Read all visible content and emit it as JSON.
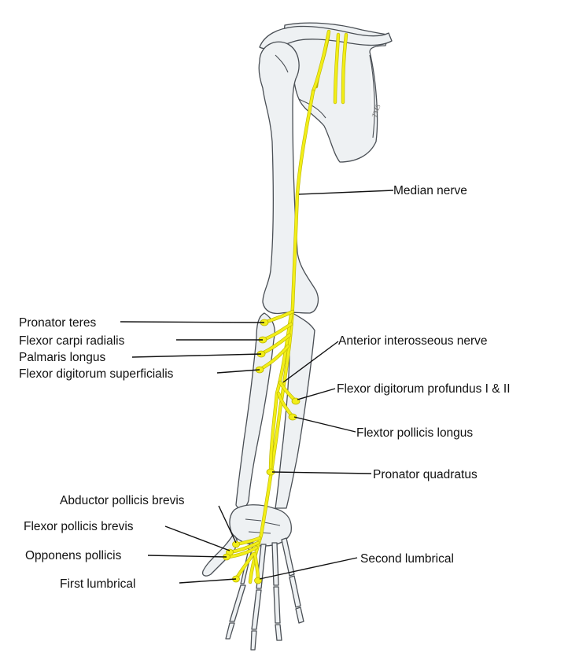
{
  "labels": {
    "median_nerve": "Median nerve",
    "pronator_teres": "Pronator teres",
    "flexor_carpi_radialis": "Flexor carpi radialis",
    "palmaris_longus": "Palmaris longus",
    "flexor_digitorum_superficialis": "Flexor digitorum superficialis",
    "anterior_interosseous_nerve": "Anterior interosseous nerve",
    "flexor_digitorum_profundus": "Flexor digitorum profundus I & II",
    "flexor_pollicis_longus": "Flextor pollicis longus",
    "pronator_quadratus": "Pronator quadratus",
    "abductor_pollicis_brevis": "Abductor pollicis brevis",
    "flexor_pollicis_brevis": "Flexor pollicis brevis",
    "opponens_pollicis": "Opponens pollicis",
    "first_lumbrical": "First lumbrical",
    "second_lumbrical": "Second lumbrical"
  },
  "artist_signature": "TMS",
  "colors": {
    "nerve": "#f2ee18",
    "bone_fill": "#eef1f3",
    "bone_outline": "#4a4f55",
    "leader": "#111111"
  }
}
